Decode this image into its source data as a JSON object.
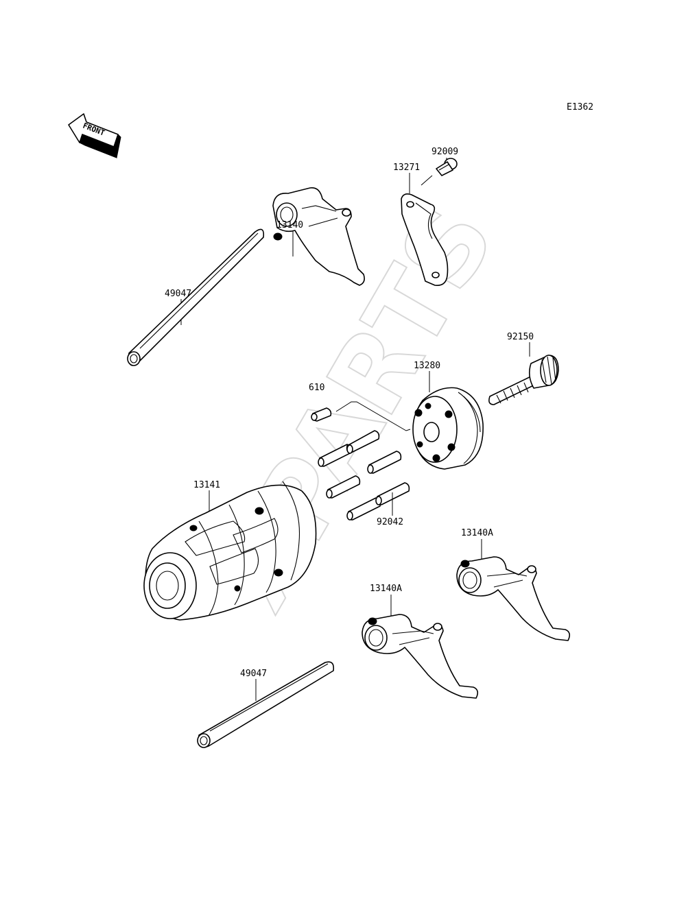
{
  "diagram_code": "E1362",
  "direction_marker": "FRONT",
  "watermark": "XPARTS",
  "parts": [
    {
      "key": "p92009",
      "number": "92009"
    },
    {
      "key": "p13271",
      "number": "13271"
    },
    {
      "key": "p13140",
      "number": "13140"
    },
    {
      "key": "p49047_top",
      "number": "49047"
    },
    {
      "key": "p92150",
      "number": "92150"
    },
    {
      "key": "p13280",
      "number": "13280"
    },
    {
      "key": "p610",
      "number": "610"
    },
    {
      "key": "p13141",
      "number": "13141"
    },
    {
      "key": "p92042",
      "number": "92042"
    },
    {
      "key": "p13140A_right",
      "number": "13140A"
    },
    {
      "key": "p13140A_left",
      "number": "13140A"
    },
    {
      "key": "p49047_bottom",
      "number": "49047"
    }
  ]
}
